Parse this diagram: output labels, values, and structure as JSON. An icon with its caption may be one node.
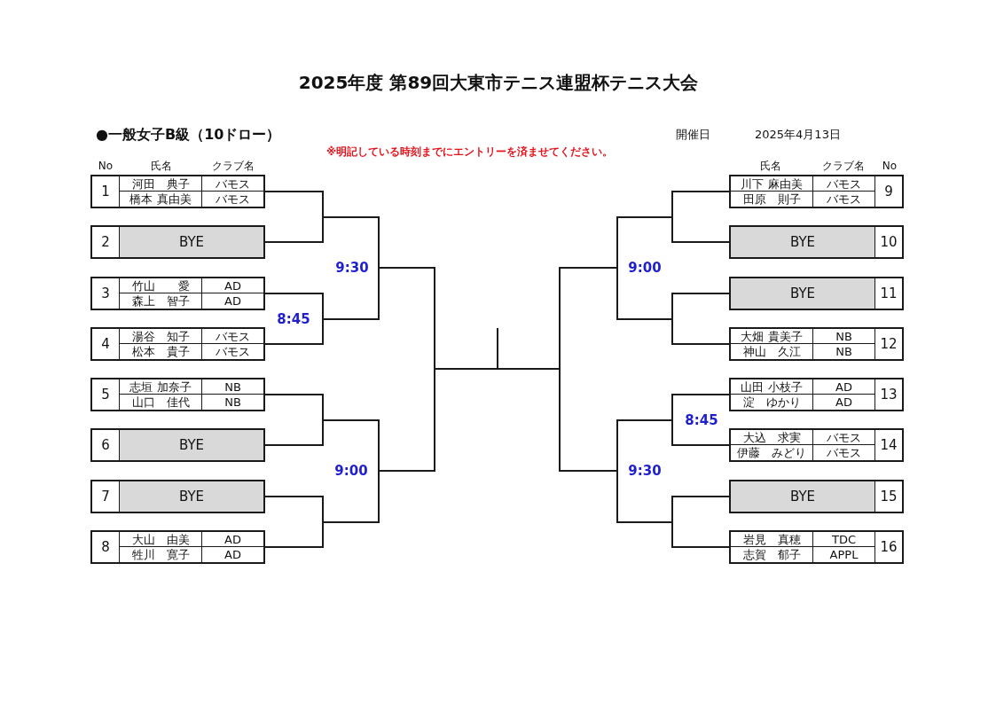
{
  "diagram": {
    "title": "2025年度 第89回大東市テニス連盟杯テニス大会",
    "nodes": [
      {
        "text": [
          "1",
          "河田　典子",
          "バモス",
          "橋本 真由美",
          "バモス"
        ]
      },
      {
        "text": [
          "2",
          "BYE"
        ]
      },
      {
        "text": [
          "3",
          "竹山　　愛",
          "AD",
          "森上　智子",
          "AD"
        ]
      },
      {
        "text": [
          "4",
          "湯谷　知子",
          "バモス",
          "松本　貴子",
          "バモス"
        ]
      },
      {
        "text": [
          "5",
          "志垣 加奈子",
          "NB",
          "山口　佳代",
          "NB"
        ]
      },
      {
        "text": [
          "6",
          "BYE"
        ]
      },
      {
        "text": [
          "7",
          "BYE"
        ]
      },
      {
        "text": [
          "8",
          "大山　由美",
          "AD",
          "牲川　寛子",
          "AD"
        ]
      },
      {
        "text": [
          "川下 麻由美",
          "バモス",
          "田原　則子",
          "バモス",
          "9"
        ]
      },
      {
        "text": [
          "BYE",
          "10"
        ]
      },
      {
        "text": [
          "BYE",
          "11"
        ]
      },
      {
        "text": [
          "大畑 貴美子",
          "NB",
          "神山　久江",
          "NB",
          "12"
        ]
      },
      {
        "text": [
          "山田 小枝子",
          "AD",
          "淀　ゆかり",
          "AD",
          "13"
        ]
      },
      {
        "text": [
          "大込　求実",
          "バモス",
          "伊藤　みどり",
          "バモス",
          "14"
        ]
      },
      {
        "text": [
          "BYE",
          "15"
        ]
      },
      {
        "text": [
          "岩見　真穂",
          "TDC",
          "志賀　郁子",
          "APPL",
          "16"
        ]
      }
    ],
    "edges": [
      {
        "from": 0,
        "to": 1,
        "arrow": "none"
      },
      {
        "from": 2,
        "to": 3,
        "arrow": "none",
        "label": "8:45"
      },
      {
        "from": 4,
        "to": 5,
        "arrow": "none"
      },
      {
        "from": 6,
        "to": 7,
        "arrow": "none"
      },
      {
        "from": 8,
        "to": 9,
        "arrow": "none"
      },
      {
        "from": 10,
        "to": 11,
        "arrow": "none"
      },
      {
        "from": 12,
        "to": 13,
        "arrow": "none",
        "label": "8:45"
      },
      {
        "from": 14,
        "to": 15,
        "arrow": "none"
      }
    ],
    "labels": [
      "●一般女子B級（10ドロー）",
      "開催日",
      "2025年4月13日",
      "※明記している時刻までにエントリーを済ませてください。",
      "No",
      "氏名",
      "クラブ名",
      "氏名",
      "クラブ名",
      "No",
      "9:30",
      "9:00",
      "9:00",
      "9:30"
    ]
  }
}
